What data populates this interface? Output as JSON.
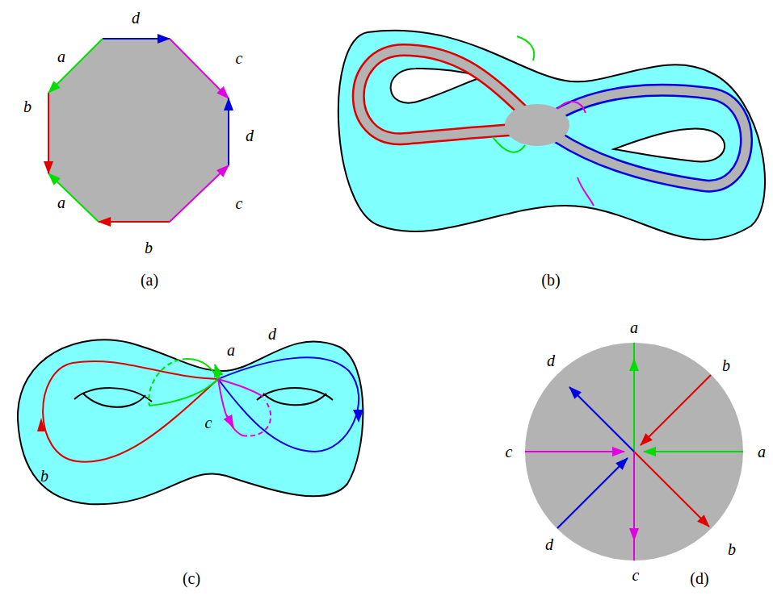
{
  "diagram": {
    "labels": [
      "d",
      "a",
      "c",
      "b",
      "d",
      "a",
      "c",
      "b",
      "(a)",
      "(b)",
      "a",
      "d",
      "b",
      "c",
      "(c)",
      "a",
      "d",
      "b",
      "c",
      "a",
      "d",
      "b",
      "c",
      "(d)"
    ]
  }
}
